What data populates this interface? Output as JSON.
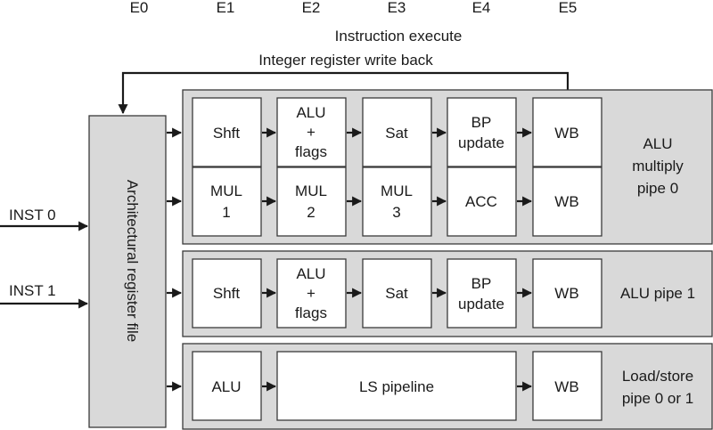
{
  "stages": [
    "E0",
    "E1",
    "E2",
    "E3",
    "E4",
    "E5"
  ],
  "header": {
    "execute": "Instruction execute",
    "writeback": "Integer register write back"
  },
  "register_file": "Architectural register file",
  "inputs": [
    "INST 0",
    "INST 1"
  ],
  "pipes": {
    "alu_mul_0": {
      "label_lines": [
        "ALU",
        "multiply",
        "pipe 0"
      ],
      "alu_row": [
        [
          "Shft"
        ],
        [
          "ALU",
          "+",
          "flags"
        ],
        [
          "Sat"
        ],
        [
          "BP",
          "update"
        ],
        [
          "WB"
        ]
      ],
      "mul_row": [
        [
          "MUL",
          "1"
        ],
        [
          "MUL",
          "2"
        ],
        [
          "MUL",
          "3"
        ],
        [
          "ACC"
        ],
        [
          "WB"
        ]
      ]
    },
    "alu_1": {
      "label_lines": [
        "ALU pipe 1"
      ],
      "row": [
        [
          "Shft"
        ],
        [
          "ALU",
          "+",
          "flags"
        ],
        [
          "Sat"
        ],
        [
          "BP",
          "update"
        ],
        [
          "WB"
        ]
      ]
    },
    "ls": {
      "label_lines": [
        "Load/store",
        "pipe 0 or 1"
      ],
      "row": [
        [
          "ALU"
        ],
        [
          "LS pipeline"
        ],
        [
          "WB"
        ]
      ]
    }
  }
}
